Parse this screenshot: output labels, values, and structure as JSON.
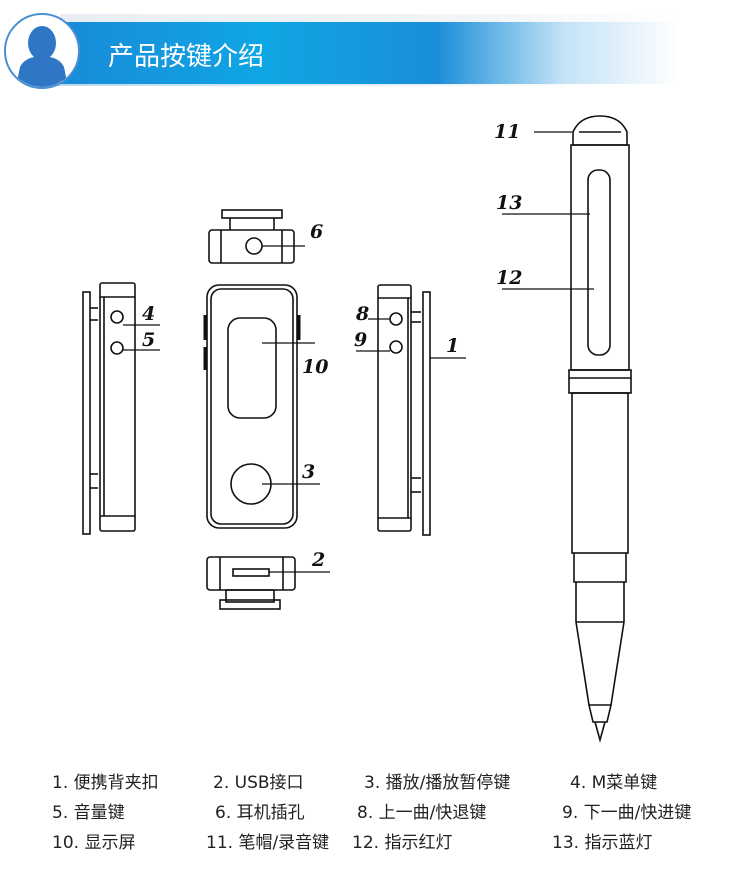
{
  "header": {
    "title": "产品按键介绍",
    "icon": "user-avatar-icon",
    "colors": {
      "band_start": "#1a88d8",
      "band_mid": "#0fa6e4",
      "avatar": "#2f76c4"
    }
  },
  "diagram": {
    "callouts": {
      "c1": "1",
      "c2": "2",
      "c3": "3",
      "c4": "4",
      "c5": "5",
      "c6": "6",
      "c8": "8",
      "c9": "9",
      "c10": "10",
      "c11": "11",
      "c12": "12",
      "c13": "13"
    }
  },
  "legend": {
    "items": [
      {
        "num": "1.",
        "label": "便携背夹扣"
      },
      {
        "num": "2.",
        "label": "USB接口"
      },
      {
        "num": "3.",
        "label": "播放/播放暂停键"
      },
      {
        "num": "4.",
        "label": "M菜单键"
      },
      {
        "num": "5.",
        "label": "音量键"
      },
      {
        "num": "6.",
        "label": "耳机插孔"
      },
      {
        "num": "8.",
        "label": "上一曲/快退键"
      },
      {
        "num": "9.",
        "label": "下一曲/快进键"
      },
      {
        "num": "10.",
        "label": "显示屏"
      },
      {
        "num": "11.",
        "label": "笔帽/录音键"
      },
      {
        "num": "12.",
        "label": "指示红灯"
      },
      {
        "num": "13.",
        "label": "指示蓝灯"
      }
    ]
  }
}
